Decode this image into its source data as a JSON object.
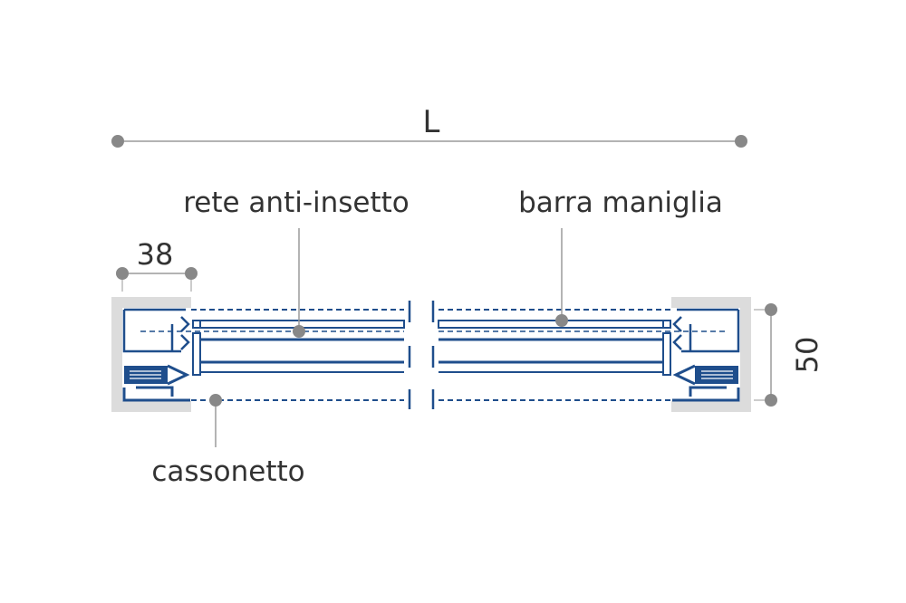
{
  "labels": {
    "length": "L",
    "width_dim": "38",
    "height_dim": "50",
    "insect_net": "rete anti-insetto",
    "handle_bar": "barra maniglia",
    "cassette": "cassonetto"
  },
  "colors": {
    "profile": "#1f4e8c",
    "dimension_line": "#999999",
    "dot": "#888888",
    "text": "#333333",
    "frame": "#dcdcdc"
  }
}
